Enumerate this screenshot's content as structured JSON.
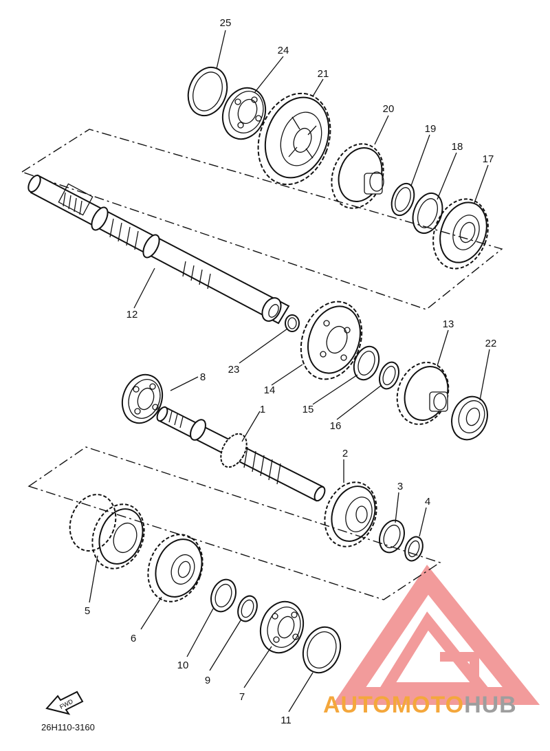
{
  "diagram": {
    "drawing_code": "26H110-3160",
    "fwd_label": "FWD",
    "callouts": [
      {
        "id": "c1",
        "text": "1"
      },
      {
        "id": "c2",
        "text": "2"
      },
      {
        "id": "c3",
        "text": "3"
      },
      {
        "id": "c4",
        "text": "4"
      },
      {
        "id": "c5",
        "text": "5"
      },
      {
        "id": "c6",
        "text": "6"
      },
      {
        "id": "c7",
        "text": "7"
      },
      {
        "id": "c8",
        "text": "8"
      },
      {
        "id": "c9",
        "text": "9"
      },
      {
        "id": "c10",
        "text": "10"
      },
      {
        "id": "c11",
        "text": "11"
      },
      {
        "id": "c12",
        "text": "12"
      },
      {
        "id": "c13",
        "text": "13"
      },
      {
        "id": "c14",
        "text": "14"
      },
      {
        "id": "c15",
        "text": "15"
      },
      {
        "id": "c16",
        "text": "16"
      },
      {
        "id": "c17",
        "text": "17"
      },
      {
        "id": "c18",
        "text": "18"
      },
      {
        "id": "c19",
        "text": "19"
      },
      {
        "id": "c20",
        "text": "20"
      },
      {
        "id": "c21",
        "text": "21"
      },
      {
        "id": "c22",
        "text": "22"
      },
      {
        "id": "c23",
        "text": "23"
      },
      {
        "id": "c24",
        "text": "24"
      },
      {
        "id": "c25",
        "text": "25"
      }
    ]
  },
  "watermark": {
    "part1": "AUTOMOTO",
    "part2": "HUB",
    "colors": {
      "triangle": "#f08a8a",
      "text_orange": "#f4a73c",
      "text_gray": "#9e9e9e"
    }
  }
}
